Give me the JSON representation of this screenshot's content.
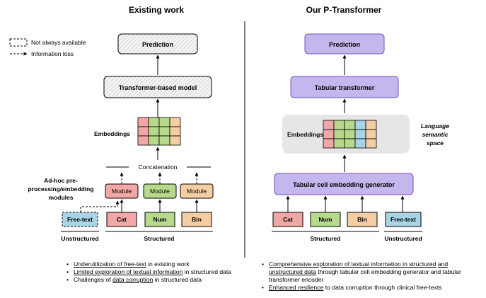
{
  "left": {
    "title": "Existing work",
    "prediction": "Prediction",
    "model": "Transformer-based model",
    "embeddings_label": "Embeddings",
    "concatenation": "Concatenation",
    "adhoc_label": [
      "Ad-hoc pre-",
      "processing/embedding",
      "modules"
    ],
    "module_label": "Module",
    "inputs": {
      "free_text": "Free-text",
      "cat": "Cat",
      "num": "Num",
      "bin": "Bin"
    },
    "group_unstructured": "Unstructured",
    "group_structured": "Structured",
    "grid_colors": [
      [
        "#f0a7a6",
        "#b7d98c",
        "#b7d98c",
        "#f5cda3"
      ],
      [
        "#f0a7a6",
        "#b7d98c",
        "#b7d98c",
        "#f5cda3"
      ],
      [
        "#f0a7a6",
        "#b7d98c",
        "#b7d98c",
        "#f5cda3"
      ]
    ]
  },
  "right": {
    "title": "Our P-Transformer",
    "prediction": "Prediction",
    "model": "Tabular transformer",
    "embeddings_label": "Embeddings",
    "semantic_space": [
      "Language",
      "semantic",
      "space"
    ],
    "generator": "Tabular cell embedding generator",
    "inputs": {
      "cat": "Cat",
      "num": "Num",
      "bin": "Bin",
      "free_text": "Free-text"
    },
    "group_structured": "Structured",
    "group_unstructured": "Unstructured",
    "grid_colors": [
      [
        "#f0a7a6",
        "#b7d98c",
        "#b7d98c",
        "#a8d4e6",
        "#f5cda3"
      ],
      [
        "#f0a7a6",
        "#b7d98c",
        "#b7d98c",
        "#a8d4e6",
        "#f5cda3"
      ],
      [
        "#f0a7a6",
        "#b7d98c",
        "#b7d98c",
        "#a8d4e6",
        "#f5cda3"
      ]
    ]
  },
  "legend": {
    "not_always": "Not always available",
    "info_loss": "Information loss"
  },
  "notes_left": {
    "b1_u": "Underutilization of free-text",
    "b1_r": " in existing work",
    "b2_u": "Limited exploration of textual information",
    "b2_r": " in structured data",
    "b3_a": "Challenges of ",
    "b3_u": "data corruption",
    "b3_r": " in structured data"
  },
  "notes_right": {
    "b1_u1": "Comprehensive exploration of textual information in structured",
    "b1_u2": "and unstructured data",
    "b1_r": " through tabular cell embedding generator and tabular transformer encoder",
    "b2_u": "Enhanced resilience",
    "b2_r": " to data corruption through clinical free-texts"
  },
  "colors": {
    "purple_fill": "#c6b6ee",
    "purple_stroke": "#6b55b8",
    "cat_fill": "#f0a7a6",
    "num_fill": "#b7d98c",
    "bin_fill": "#f5cda3",
    "free_fill": "#a8d4e6",
    "gray_panel": "#e6e6e6"
  }
}
